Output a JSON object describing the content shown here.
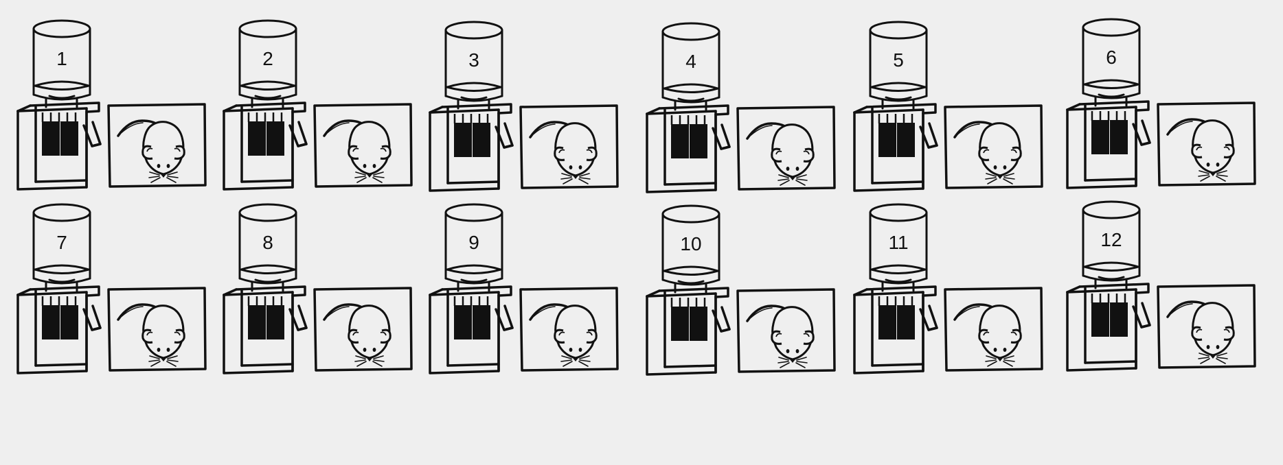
{
  "units": [
    {
      "label": "1"
    },
    {
      "label": "2"
    },
    {
      "label": "3"
    },
    {
      "label": "4"
    },
    {
      "label": "5"
    },
    {
      "label": "6"
    },
    {
      "label": "7"
    },
    {
      "label": "8"
    },
    {
      "label": "9"
    },
    {
      "label": "10"
    },
    {
      "label": "11"
    },
    {
      "label": "12"
    }
  ],
  "icons": {
    "dispenser": "water-bottle-dispenser-icon",
    "animal": "mouse-icon"
  },
  "colors": {
    "background": "#efefef",
    "stroke": "#111111",
    "fill_dark": "#111111"
  }
}
